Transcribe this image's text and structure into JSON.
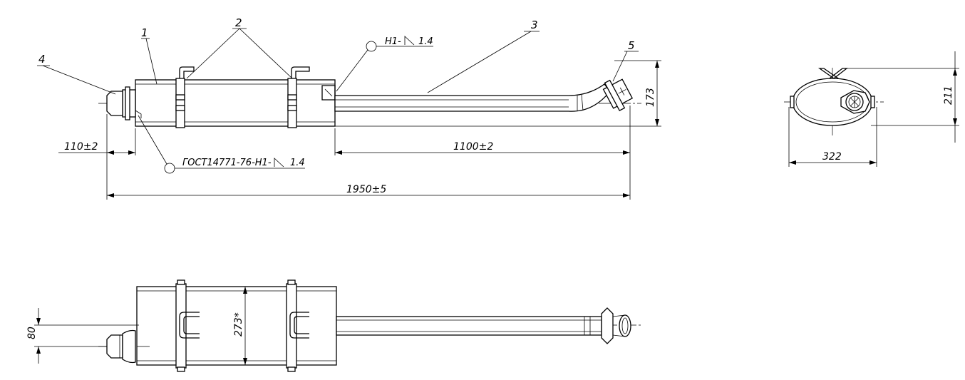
{
  "callouts": {
    "part_1": "1",
    "part_2": "2",
    "part_3": "3",
    "part_4": "4",
    "part_5": "5"
  },
  "weld_notes": {
    "weld_top": "H1-",
    "weld_top_size": "1.4",
    "weld_bottom": "ГОСТ14771-76-Н1-",
    "weld_bottom_size": "1.4"
  },
  "dimensions": {
    "left_offset": "110±2",
    "pipe_length": "1100±2",
    "total_length": "1950±5",
    "height": "173",
    "end_view_height": "211",
    "end_view_width": "322",
    "plan_offset": "80",
    "body_diameter": "273*"
  }
}
